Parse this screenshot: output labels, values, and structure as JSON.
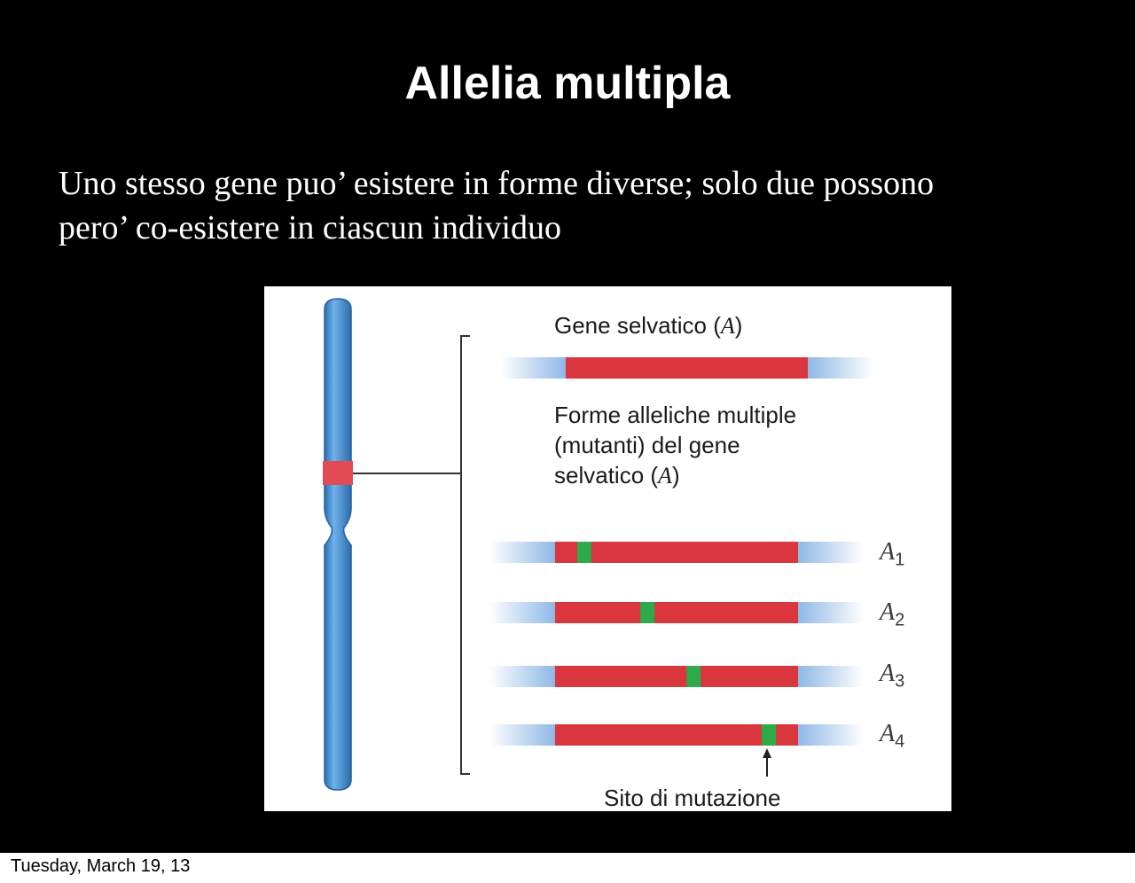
{
  "slide": {
    "title": "Allelia multipla",
    "body_lines": [
      "Uno stesso gene puo’ esistere in forme diverse; solo due possono",
      "pero’ co-esistere in ciascun individuo"
    ]
  },
  "figure": {
    "wild_type_label_text": "Gene selvatico (",
    "wild_type_label_symbol": "A",
    "wild_type_label_close": ")",
    "multiple_forms_label_lines": [
      "Forme alleliche multiple",
      "(mutanti) del gene",
      "selvatico ("
    ],
    "multiple_forms_symbol": "A",
    "multiple_forms_close": ")",
    "alleles": [
      {
        "letter": "A",
        "subscript": "1",
        "mutation_position": 0.12
      },
      {
        "letter": "A",
        "subscript": "2",
        "mutation_position": 0.38
      },
      {
        "letter": "A",
        "subscript": "3",
        "mutation_position": 0.57
      },
      {
        "letter": "A",
        "subscript": "4",
        "mutation_position": 0.88
      }
    ],
    "mutation_site_label": "Sito di mutazione",
    "colors": {
      "chromosome": "#3f8fd0",
      "gene": "#d9363e",
      "mutation": "#2eaa4a",
      "flank": "#8fb8e6"
    }
  },
  "footer": {
    "date": "Tuesday, March 19, 13"
  }
}
